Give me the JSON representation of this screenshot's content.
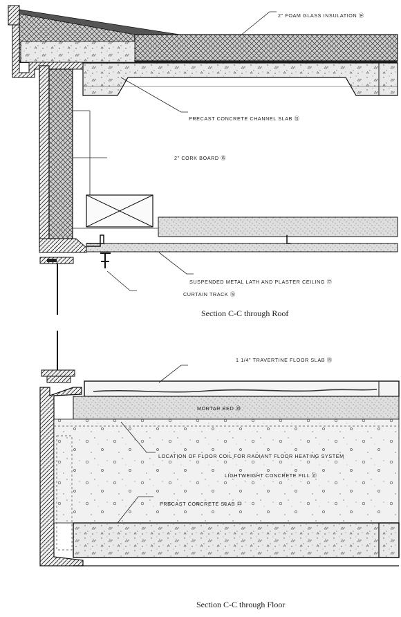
{
  "roof_section": {
    "labels": {
      "foam_glass": "2\" FOAM GLASS INSULATION ⑭",
      "channel_slab": "PRECAST CONCRETE CHANNEL SLAB ⑮",
      "cork_board": "2\" CORK BOARD ⑯",
      "plaster_ceiling": "SUSPENDED METAL LATH AND PLASTER CEILING ⑰",
      "curtain_track": "CURTAIN TRACK ⑱"
    },
    "caption": "Section C-C  through Roof"
  },
  "floor_section": {
    "labels": {
      "travertine": "1 1/4\" TRAVERTINE FLOOR SLAB ⑲",
      "mortar_bed": "MORTAR BED ⑳",
      "floor_coil": "LOCATION OF FLOOR COIL FOR RADIANT FLOOR HEATING SYSTEM",
      "lightweight_fill": "LIGHTWEIGHT CONCRETE FILL ㉑",
      "precast_slab": "PRECAST CONCRETE SLAB ㉒"
    },
    "caption": "Section C-C  through Floor"
  },
  "colors": {
    "ink": "#1a1a1a",
    "paper": "#ffffff",
    "concrete": "#e6e6e6",
    "insulation": "#9a9a9a"
  }
}
